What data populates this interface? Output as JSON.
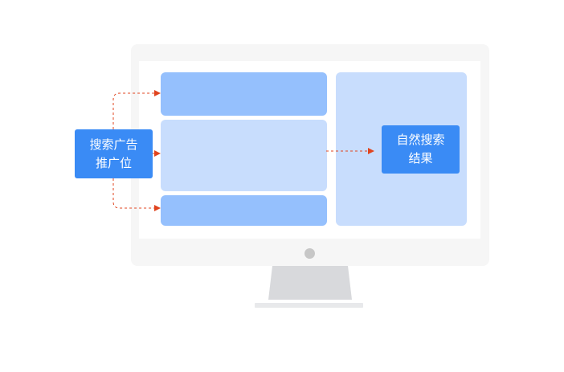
{
  "labels": {
    "ad_line1": "搜索广告",
    "ad_line2": "推广位",
    "organic_line1": "自然搜索",
    "organic_line2": "结果"
  },
  "colors": {
    "label_blue": "#3a8bf5",
    "ad_slot_blue": "#95c0fd",
    "light_blue": "#c8ddfd",
    "arrow_red": "#e0441f",
    "monitor_gray": "#f6f6f6",
    "stand_gray": "#d8d9dc"
  },
  "icons": {
    "monitor": "monitor-icon",
    "power": "power-dot-icon"
  }
}
